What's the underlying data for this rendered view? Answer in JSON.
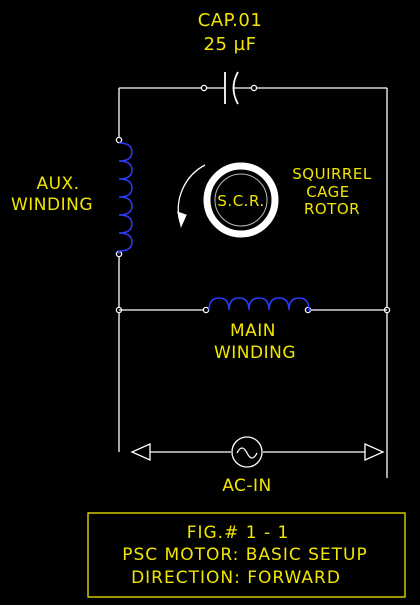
{
  "capacitor": {
    "label_line1": "CAP.01",
    "label_line2": "25 µF"
  },
  "aux_winding": {
    "label_line1": "AUX.",
    "label_line2": "WINDING"
  },
  "rotor": {
    "center_label": "S.C.R.",
    "label_line1": "SQUIRREL",
    "label_line2": "CAGE",
    "label_line3": "ROTOR"
  },
  "main_winding": {
    "label_line1": "MAIN",
    "label_line2": "WINDING"
  },
  "ac_source": {
    "label": "AC-IN"
  },
  "figure_caption": {
    "line1": "FIG.# 1 - 1",
    "line2": "PSC MOTOR: BASIC SETUP",
    "line3": "DIRECTION: FORWARD"
  },
  "colors": {
    "wire": "#ffffff",
    "coil": "#2b3cff",
    "text": "#f2e600",
    "background": "#000000"
  }
}
